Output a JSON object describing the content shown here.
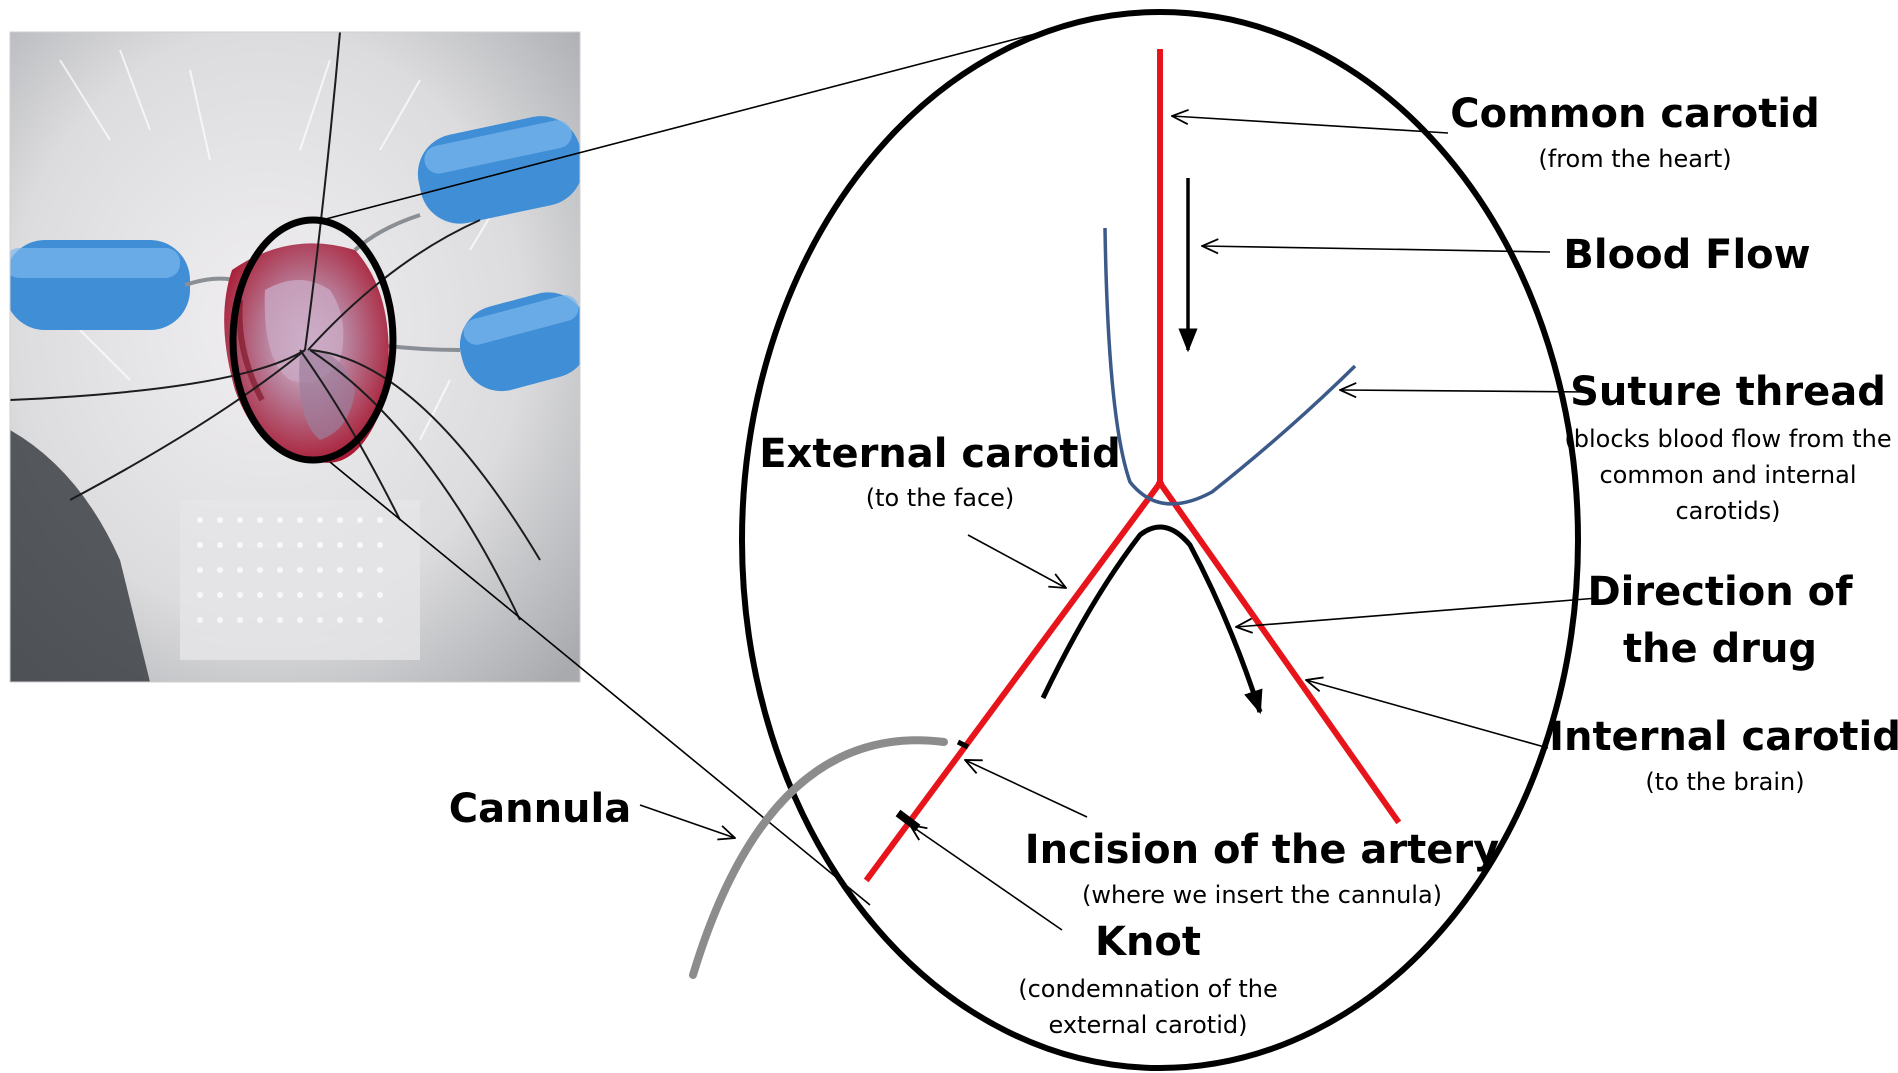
{
  "colors": {
    "artery": "#e8141b",
    "suture": "#3b5a8a",
    "cannula": "#8c8c8c",
    "outline": "#000000",
    "tissue_red": "#b8283a",
    "fur": "#e2e2e4",
    "retractor_blue": "#3f8ed6"
  },
  "photo": {
    "caption": ""
  },
  "labels": {
    "common_carotid": {
      "title": "Common carotid",
      "sub": "(from the heart)"
    },
    "blood_flow": {
      "title": "Blood Flow"
    },
    "suture_thread": {
      "title": "Suture thread",
      "sub_lines": [
        "(blocks blood flow from the",
        "common and internal",
        "carotids)"
      ]
    },
    "external_carotid": {
      "title": "External carotid",
      "sub": "(to the face)"
    },
    "direction_drug": {
      "title_lines": [
        "Direction of",
        "the drug"
      ]
    },
    "internal_carotid": {
      "title": "Internal carotid",
      "sub": "(to the brain)"
    },
    "cannula": {
      "title": "Cannula"
    },
    "incision": {
      "title": "Incision of the artery",
      "sub": "(where we insert the cannula)"
    },
    "knot": {
      "title": "Knot",
      "sub_lines": [
        "(condemnation of the",
        "external carotid)"
      ]
    }
  }
}
